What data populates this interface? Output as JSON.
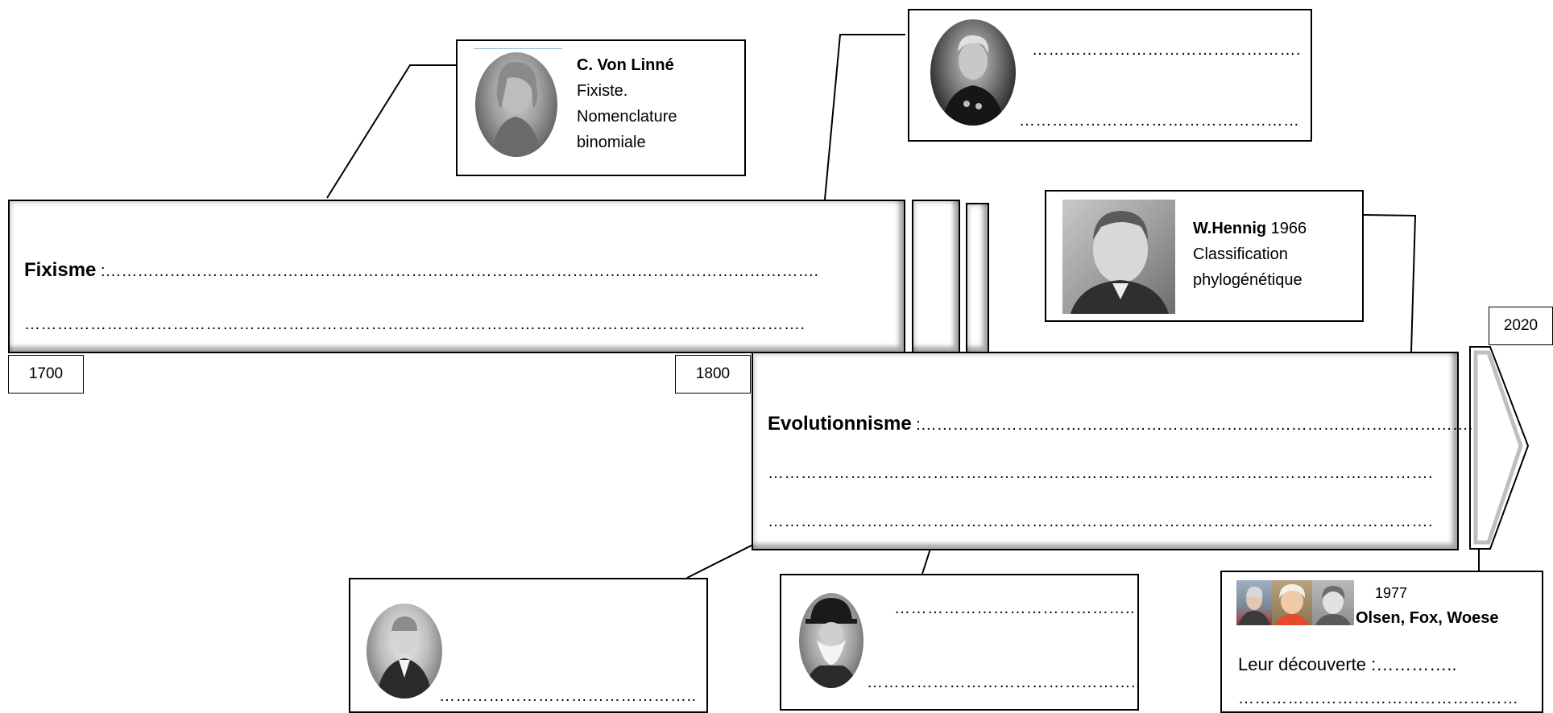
{
  "fixisme": {
    "title": "Fixisme",
    "line1": " :…………………………………………………………………………………………………………………….",
    "line2": "……………………………………………………………………………………………………………………………."
  },
  "evolution": {
    "title": "Evolutionnisme",
    "line1": " :………………………………………………………………………………………….",
    "line2": "………………………………………………………………………………………………………….",
    "line3": "…………………………………………………………………………………………………………."
  },
  "years": {
    "y1700": "1700",
    "y1800": "1800",
    "y2020": "2020"
  },
  "linne": {
    "name": "C. Von Linné",
    "line1": "Fixiste.",
    "line2": "Nomenclature",
    "line3": "binomiale"
  },
  "top_right_box": {
    "line1": "………………………………………….",
    "line2": "……………………………………………"
  },
  "hennig": {
    "name": "W.Hennig",
    "year": " 1966",
    "line1": "Classification",
    "line2": "phylogénétique"
  },
  "lamarck_box": {
    "line1": "……………………………………….."
  },
  "darwin_box": {
    "line1": "……………………………………..",
    "line2": "………………………………………….."
  },
  "olsen_box": {
    "year": "1977",
    "names": "Olsen, Fox, Woese",
    "discovery": "Leur découverte :…………..",
    "line2": "……………………………………………"
  }
}
